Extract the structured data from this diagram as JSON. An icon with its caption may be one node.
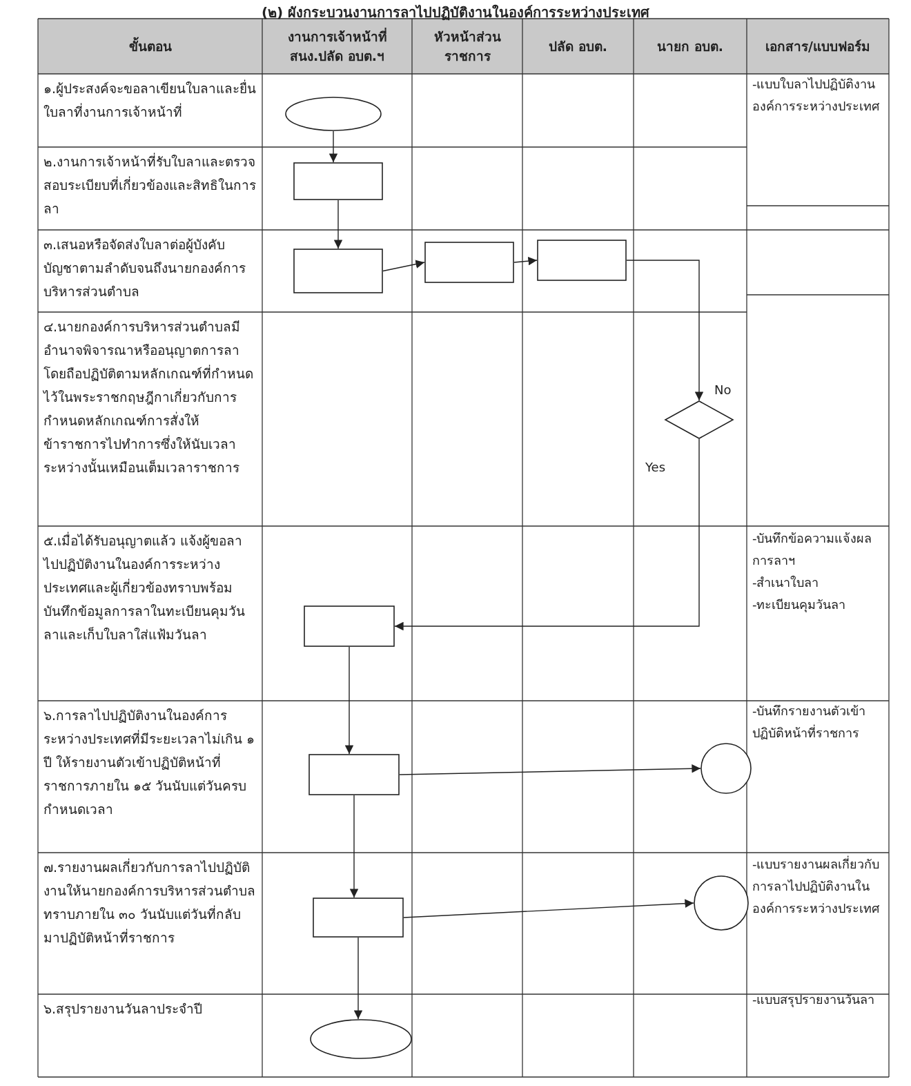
{
  "diagram": {
    "title": "(๒) ผังกระบวนงานการลาไปปฏิบัติงานในองค์การระหว่างประเทศ",
    "nodes": [
      {
        "text": [],
        "shape": "ellipse"
      },
      {
        "text": [],
        "shape": "box"
      },
      {
        "text": [],
        "shape": "box"
      },
      {
        "text": [],
        "shape": "box"
      },
      {
        "text": [],
        "shape": "box"
      },
      {
        "text": [],
        "shape": "diamond",
        "beside": [
          "No"
        ]
      },
      {
        "text": [],
        "shape": "box"
      },
      {
        "text": [],
        "shape": "box"
      },
      {
        "text": [],
        "shape": "circle"
      },
      {
        "text": [],
        "shape": "box"
      },
      {
        "text": [],
        "shape": "circle"
      },
      {
        "text": [],
        "shape": "ellipse"
      }
    ],
    "edges": [
      {
        "from": 0,
        "to": 1,
        "arrow": "to"
      },
      {
        "from": 1,
        "to": 2,
        "arrow": "to"
      },
      {
        "from": 2,
        "to": 3,
        "arrow": "to"
      },
      {
        "from": 3,
        "to": 4,
        "arrow": "to"
      },
      {
        "from": 4,
        "to": 5,
        "arrow": "to"
      },
      {
        "from": 5,
        "to": 6,
        "arrow": "to",
        "label": "Yes"
      },
      {
        "from": 6,
        "to": 7,
        "arrow": "to"
      },
      {
        "from": 7,
        "to": 8,
        "arrow": "to"
      },
      {
        "from": 7,
        "to": 9,
        "arrow": "to"
      },
      {
        "from": 9,
        "to": 10,
        "arrow": "to"
      },
      {
        "from": 9,
        "to": 11,
        "arrow": "to"
      }
    ],
    "labels": [
      "ขั้นตอน",
      "งานการเจ้าหน้าที่สนง.ปลัด อบต.ฯ",
      "หัวหน้าส่วนราชการ",
      "ปลัด อบต.",
      "นายก อบต.",
      "เอกสาร/แบบฟอร์ม",
      "๑.ผู้ประสงค์จะขอลาเขียนใบลาและยื่นใบลาที่งานการเจ้าหน้าที่",
      "-แบบใบลาไปปฏิบัติงานองค์การระหว่างประเทศ",
      "๒.งานการเจ้าหน้าที่รับใบลาและตรวจสอบระเบียบที่เกี่ยวข้องและสิทธิในการลา",
      "๓.เสนอหรือจัดส่งใบลาต่อผู้บังคับบัญชาตามลำดับจนถึงนายกองค์การบริหารส่วนตำบล",
      "๔.นายกองค์การบริหารส่วนตำบลมีอำนาจพิจารณาหรืออนุญาตการลาโดยถือปฏิบัติตามหลักเกณฑ์ที่กำหนดไว้ในพระราชกฤษฎีกาเกี่ยวกับการกำหนดหลักเกณฑ์การสั่งให้ข้าราชการไปทำการซึ่งให้นับเวลาระหว่างนั้นเหมือนเต็มเวลาราชการ",
      "๕.เมื่อได้รับอนุญาตแล้ว แจ้งผู้ขอลาไปปฏิบัติงานในองค์การระหว่างประเทศและผู้เกี่ยวข้องทราบพร้อมบันทึกข้อมูลการลาในทะเบียนคุมวันลาและเก็บใบลาใส่แฟ้มวันลา",
      "-บันทึกข้อความแจ้งผลการลาฯ",
      "-สำเนาใบลา",
      "-ทะเบียนคุมวันลา",
      "๖.การลาไปปฏิบัติงานในองค์การระหว่างประเทศที่มีระยะเวลาไม่เกิน ๑ ปี ให้รายงานตัวเข้าปฏิบัติหน้าที่ราชการภายใน ๑๕ วันนับแต่วันครบกำหนดเวลา",
      "-บันทึกรายงานตัวเข้าปฏิบัติหน้าที่ราชการ",
      "๗.รายงานผลเกี่ยวกับการลาไปปฏิบัติงานให้นายกองค์การบริหารส่วนตำบลทราบภายใน ๓๐ วันนับแต่วันที่กลับมาปฏิบัติหน้าที่ราชการ",
      "-แบบรายงานผลเกี่ยวกับการลาไปปฏิบัติงานในองค์การระหว่างประเทศ",
      "๖.สรุปรายงานวันลาประจำปี",
      "-แบบสรุปรายงานวันลา"
    ]
  }
}
